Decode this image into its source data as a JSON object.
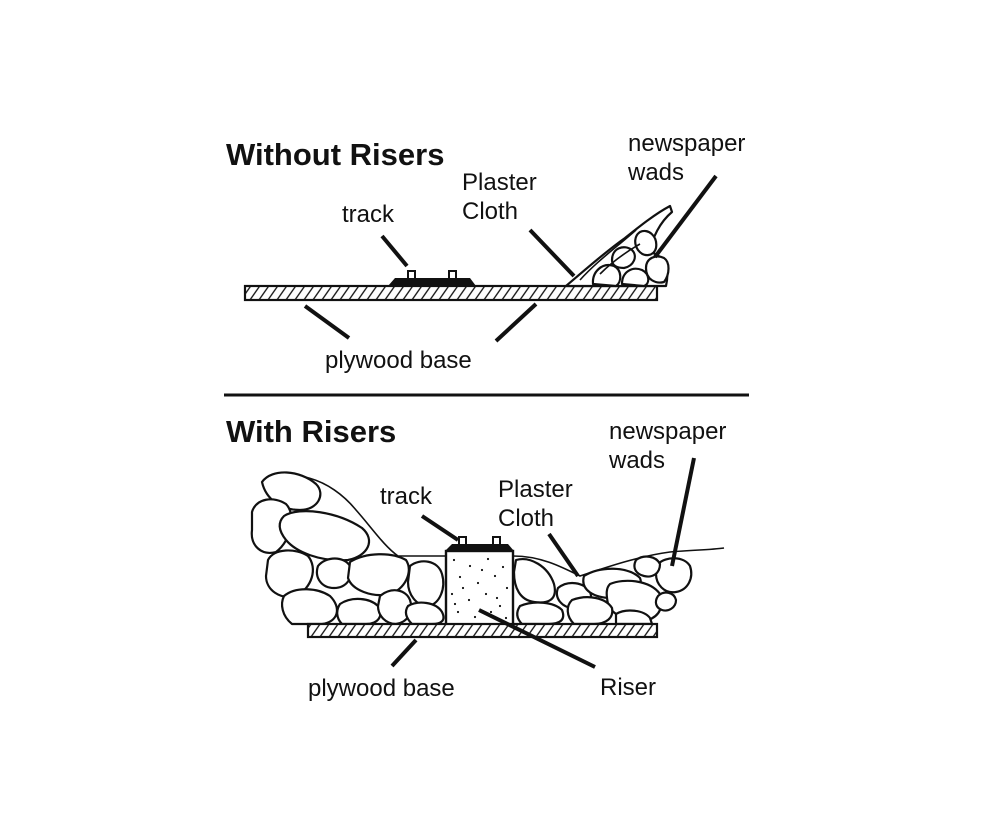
{
  "top_panel": {
    "heading": "Without Risers",
    "labels": {
      "track": "track",
      "plaster_cloth_line1": "Plaster",
      "plaster_cloth_line2": "Cloth",
      "newspaper_line1": "newspaper",
      "newspaper_line2": "wads",
      "plywood": "plywood base"
    }
  },
  "bottom_panel": {
    "heading": "With Risers",
    "labels": {
      "track": "track",
      "plaster_cloth_line1": "Plaster",
      "plaster_cloth_line2": "Cloth",
      "newspaper_line1": "newspaper",
      "newspaper_line2": "wads",
      "plywood": "plywood base",
      "riser": "Riser"
    }
  },
  "colors": {
    "ink": "#111111",
    "paper": "#ffffff"
  }
}
